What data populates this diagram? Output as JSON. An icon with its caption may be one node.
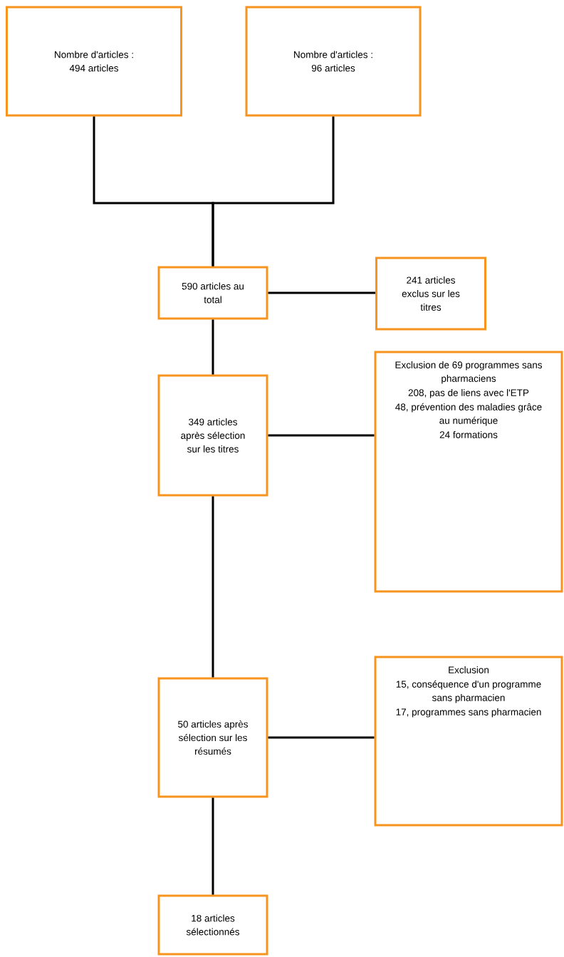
{
  "diagram": {
    "nodes": [
      {
        "text": [
          "Nombre d'articles : 494 articles"
        ]
      },
      {
        "text": [
          "Nombre d'articles : 96 articles"
        ]
      },
      {
        "text": [
          "590 articles au total"
        ]
      },
      {
        "text": [
          "241 articles exclus sur les titres"
        ]
      },
      {
        "text": [
          "349 articles après sélection sur les titres"
        ]
      },
      {
        "text": [
          "Exclusion de 69 programmes sans pharmaciens",
          "208, pas de liens avec l'ETP",
          "48, prévention des maladies grâce au numérique",
          "24 formations"
        ]
      },
      {
        "text": [
          "50 articles après sélection sur les résumés"
        ]
      },
      {
        "text": [
          "Exclusion",
          "15, conséquence d'un programme sans pharmacien",
          "17, programmes sans pharmacien"
        ]
      },
      {
        "text": [
          "18 articles sélectionnés"
        ]
      }
    ],
    "edges": [
      {
        "from": 0,
        "to": 2,
        "arrow": "none"
      },
      {
        "from": 1,
        "to": 2,
        "arrow": "none"
      },
      {
        "from": 2,
        "to": 3,
        "arrow": "none"
      },
      {
        "from": 2,
        "to": 4,
        "arrow": "none"
      },
      {
        "from": 4,
        "to": 5,
        "arrow": "none"
      },
      {
        "from": 4,
        "to": 6,
        "arrow": "none"
      },
      {
        "from": 6,
        "to": 7,
        "arrow": "none"
      },
      {
        "from": 6,
        "to": 8,
        "arrow": "none"
      }
    ]
  }
}
